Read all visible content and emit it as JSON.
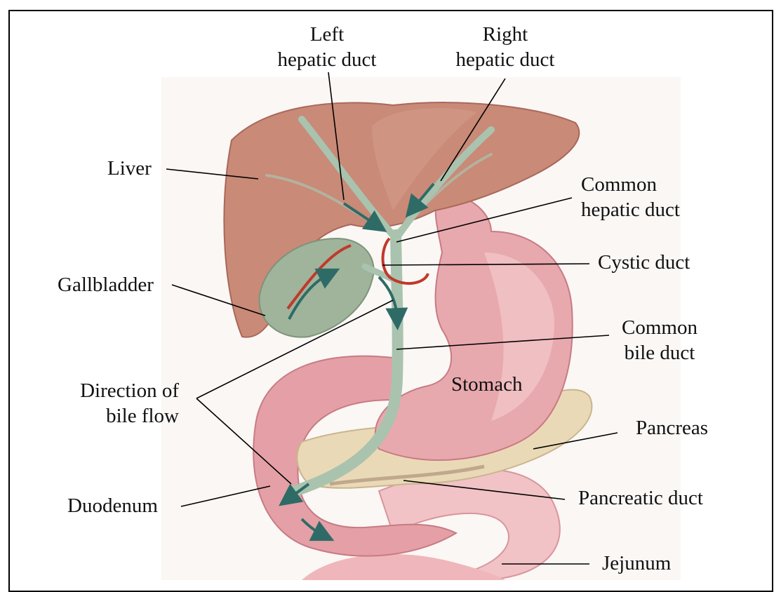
{
  "labels": {
    "left_hepatic_duct": [
      "Left",
      "hepatic duct"
    ],
    "right_hepatic_duct": [
      "Right",
      "hepatic duct"
    ],
    "liver": "Liver",
    "common_hepatic_duct": [
      "Common",
      "hepatic duct"
    ],
    "cystic_duct": "Cystic duct",
    "gallbladder": "Gallbladder",
    "common_bile_duct": [
      "Common",
      "bile duct"
    ],
    "direction_of_bile_flow": [
      "Direction of",
      "bile flow"
    ],
    "stomach": "Stomach",
    "pancreas": "Pancreas",
    "pancreatic_duct": "Pancreatic duct",
    "duodenum": "Duodenum",
    "jejunum": "Jejunum"
  },
  "colors": {
    "liver": "#c98a78",
    "liver_shadow": "#a9685a",
    "stomach": "#e7a9ad",
    "stomach_light": "#f3c9cb",
    "duct": "#a9c3ae",
    "duct_dark": "#7fa18a",
    "gallbladder": "#9fb49b",
    "pancreas": "#ead9b7",
    "artery": "#c0392b",
    "arrow": "#2f6b66"
  }
}
